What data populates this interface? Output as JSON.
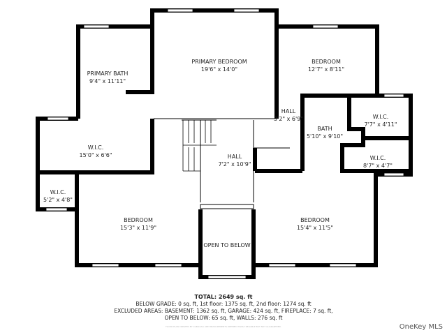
{
  "rooms": [
    {
      "name": "PRIMARY BATH",
      "dims": "9'4\" x 11'11\""
    },
    {
      "name": "PRIMARY BEDROOM",
      "dims": "19'6\" x 14'0\""
    },
    {
      "name": "BEDROOM",
      "dims": "12'7\" x 8'11\""
    },
    {
      "name": "HALL",
      "dims": "3'2\" x 6'9\""
    },
    {
      "name": "W.I.C.",
      "dims": "7'7\" x 4'11\""
    },
    {
      "name": "BATH",
      "dims": "5'10\" x 9'10\""
    },
    {
      "name": "W.I.C.",
      "dims": "15'0\" x 6'6\""
    },
    {
      "name": "HALL",
      "dims": "7'2\" x 10'9\""
    },
    {
      "name": "W.I.C.",
      "dims": "8'7\" x 4'7\""
    },
    {
      "name": "W.I.C.",
      "dims": "5'2\" x 4'8\""
    },
    {
      "name": "BEDROOM",
      "dims": "15'3\" x 11'9\""
    },
    {
      "name": "BEDROOM",
      "dims": "15'4\" x 11'5\""
    },
    {
      "name": "OPEN TO BELOW",
      "dims": ""
    }
  ],
  "summary": {
    "total": "TOTAL: 2649 sq. ft",
    "line1": "BELOW GRADE: 0 sq. ft, 1st floor: 1375 sq. ft, 2nd floor: 1274 sq. ft",
    "line2": "EXCLUDED AREAS: BASEMENT: 1362 sq. ft, GARAGE: 424 sq. ft, FIREPLACE: 7 sq. ft,",
    "line3": "OPEN TO BELOW: 65 sq. ft, WALLS: 276 sq. ft",
    "disclaimer": "FLOOR PLAN CREATED BY CUBICASA APP. MEASUREMENTS DEEMED HIGHLY RELIABLE BUT NOT GUARANTEED."
  },
  "watermark": "OneKey MLS",
  "colors": {
    "wall": "#000000",
    "window": "#ffffff"
  }
}
